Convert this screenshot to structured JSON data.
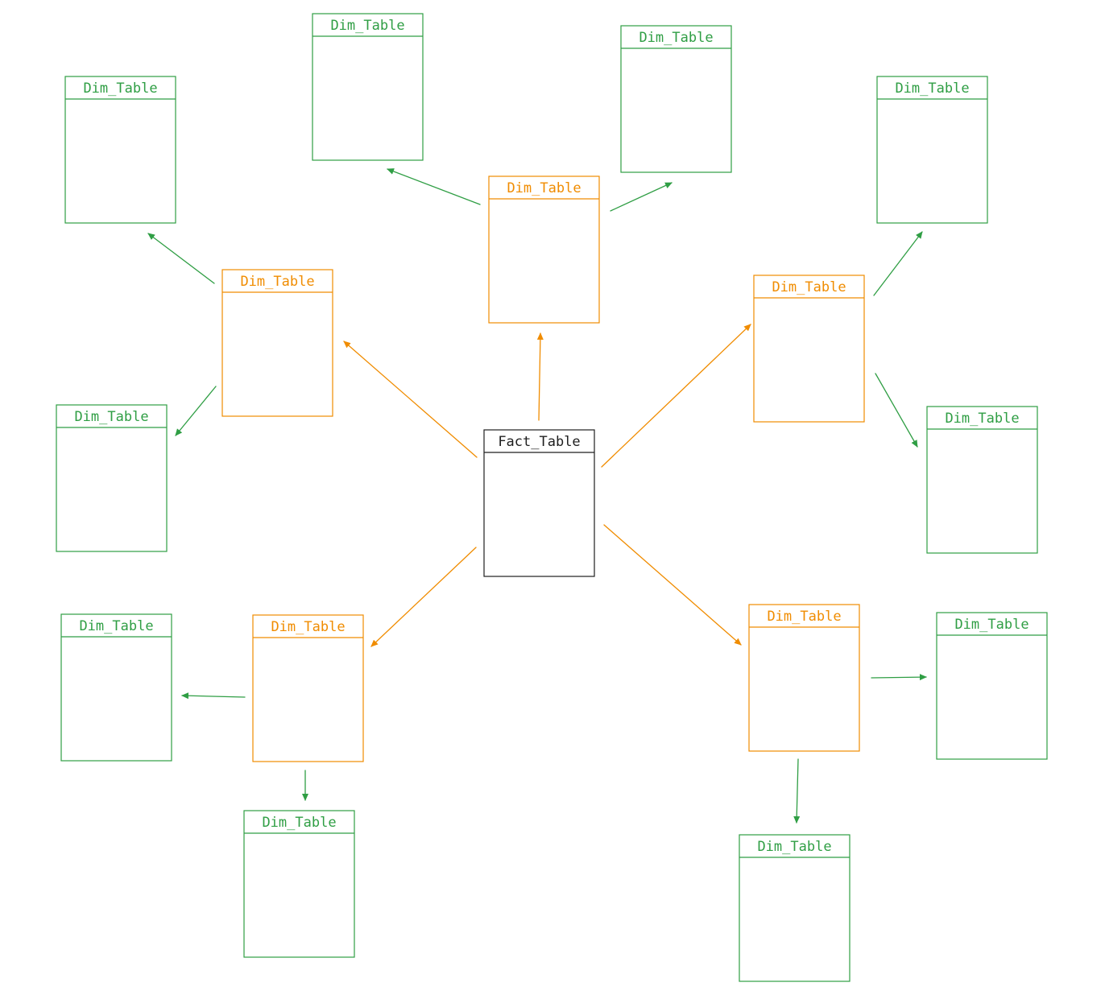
{
  "colors": {
    "fact": "#1e1e1e",
    "dim1": "#f08c00",
    "dim2": "#2f9e44",
    "background": "#ffffff"
  },
  "diagram": {
    "fact_table": {
      "id": "fact",
      "title": "Fact_Table",
      "level": "fact"
    },
    "tables": [
      {
        "id": "d-top",
        "title": "Dim_Table",
        "level": "dim1"
      },
      {
        "id": "d-left",
        "title": "Dim_Table",
        "level": "dim1"
      },
      {
        "id": "d-right",
        "title": "Dim_Table",
        "level": "dim1"
      },
      {
        "id": "d-botleft",
        "title": "Dim_Table",
        "level": "dim1"
      },
      {
        "id": "d-botright",
        "title": "Dim_Table",
        "level": "dim1"
      },
      {
        "id": "g-top1",
        "title": "Dim_Table",
        "level": "dim2"
      },
      {
        "id": "g-top2",
        "title": "Dim_Table",
        "level": "dim2"
      },
      {
        "id": "g-left1",
        "title": "Dim_Table",
        "level": "dim2"
      },
      {
        "id": "g-left2",
        "title": "Dim_Table",
        "level": "dim2"
      },
      {
        "id": "g-right1",
        "title": "Dim_Table",
        "level": "dim2"
      },
      {
        "id": "g-right2",
        "title": "Dim_Table",
        "level": "dim2"
      },
      {
        "id": "g-bl1",
        "title": "Dim_Table",
        "level": "dim2"
      },
      {
        "id": "g-bl2",
        "title": "Dim_Table",
        "level": "dim2"
      },
      {
        "id": "g-br1",
        "title": "Dim_Table",
        "level": "dim2"
      },
      {
        "id": "g-br2",
        "title": "Dim_Table",
        "level": "dim2"
      }
    ],
    "connections": [
      {
        "from": "fact",
        "to": "d-top"
      },
      {
        "from": "fact",
        "to": "d-left"
      },
      {
        "from": "fact",
        "to": "d-right"
      },
      {
        "from": "fact",
        "to": "d-botleft"
      },
      {
        "from": "fact",
        "to": "d-botright"
      },
      {
        "from": "d-top",
        "to": "g-top1"
      },
      {
        "from": "d-top",
        "to": "g-top2"
      },
      {
        "from": "d-left",
        "to": "g-left1"
      },
      {
        "from": "d-left",
        "to": "g-left2"
      },
      {
        "from": "d-right",
        "to": "g-right1"
      },
      {
        "from": "d-right",
        "to": "g-right2"
      },
      {
        "from": "d-botleft",
        "to": "g-bl1"
      },
      {
        "from": "d-botleft",
        "to": "g-bl2"
      },
      {
        "from": "d-botright",
        "to": "g-br1"
      },
      {
        "from": "d-botright",
        "to": "g-br2"
      }
    ]
  }
}
